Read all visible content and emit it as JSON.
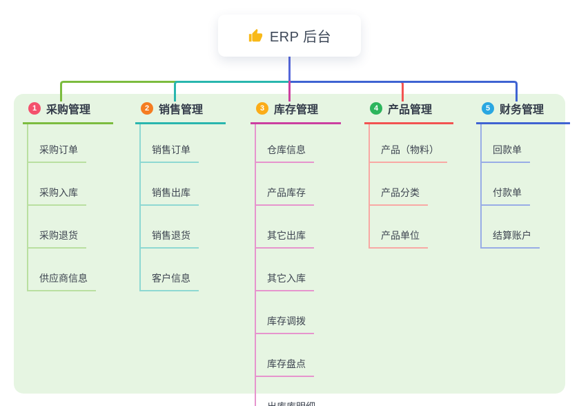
{
  "root": {
    "label": "ERP 后台",
    "icon": "thumbs-up-icon"
  },
  "colors": {
    "panel_bg": "#e6f5e2",
    "card_bg": "#ffffff",
    "stem": "#5566d9",
    "root_text": "#3d4757",
    "title_text": "#333b49",
    "child_text": "#3e4551",
    "thumb_icon": "#f8b919"
  },
  "branches": [
    {
      "num": "1",
      "label": "采购管理",
      "color": "#7cbc3f",
      "light": "#b9dfa0",
      "badge": "#f4516c",
      "children": [
        "采购订单",
        "采购入库",
        "采购退货",
        "供应商信息"
      ]
    },
    {
      "num": "2",
      "label": "销售管理",
      "color": "#29b6ae",
      "light": "#8ed8d2",
      "badge": "#f57d21",
      "children": [
        "销售订单",
        "销售出库",
        "销售退货",
        "客户信息"
      ]
    },
    {
      "num": "3",
      "label": "库存管理",
      "color": "#cb3fa0",
      "light": "#e694cd",
      "badge": "#fbac18",
      "children": [
        "仓库信息",
        "产品库存",
        "其它出库",
        "其它入库",
        "库存调拨",
        "库存盘点",
        "出库库明细"
      ]
    },
    {
      "num": "4",
      "label": "产品管理",
      "color": "#f25351",
      "light": "#f8a8a4",
      "badge": "#2db55d",
      "children": [
        "产品（物料）",
        "产品分类",
        "产品单位"
      ]
    },
    {
      "num": "5",
      "label": "财务管理",
      "color": "#3f63d2",
      "light": "#98ace6",
      "badge": "#2aa7e1",
      "children": [
        "回款单",
        "付款单",
        "结算账户"
      ]
    }
  ]
}
